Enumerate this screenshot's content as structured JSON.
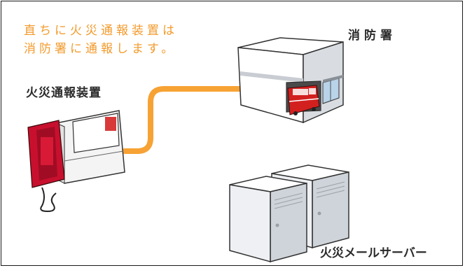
{
  "caption": {
    "line1": "直ちに火災通報装置は",
    "line2": "消防署に通報します。"
  },
  "labels": {
    "fire_station": "消防署",
    "alarm_device": "火災通報装置",
    "mail_server": "火災メールサーバー"
  },
  "colors": {
    "cable": "#f7a234",
    "caption_text": "#f39a2b",
    "phone_red": "#c8102e",
    "truck_red": "#d2201f",
    "label_text": "#2b2b2b"
  }
}
